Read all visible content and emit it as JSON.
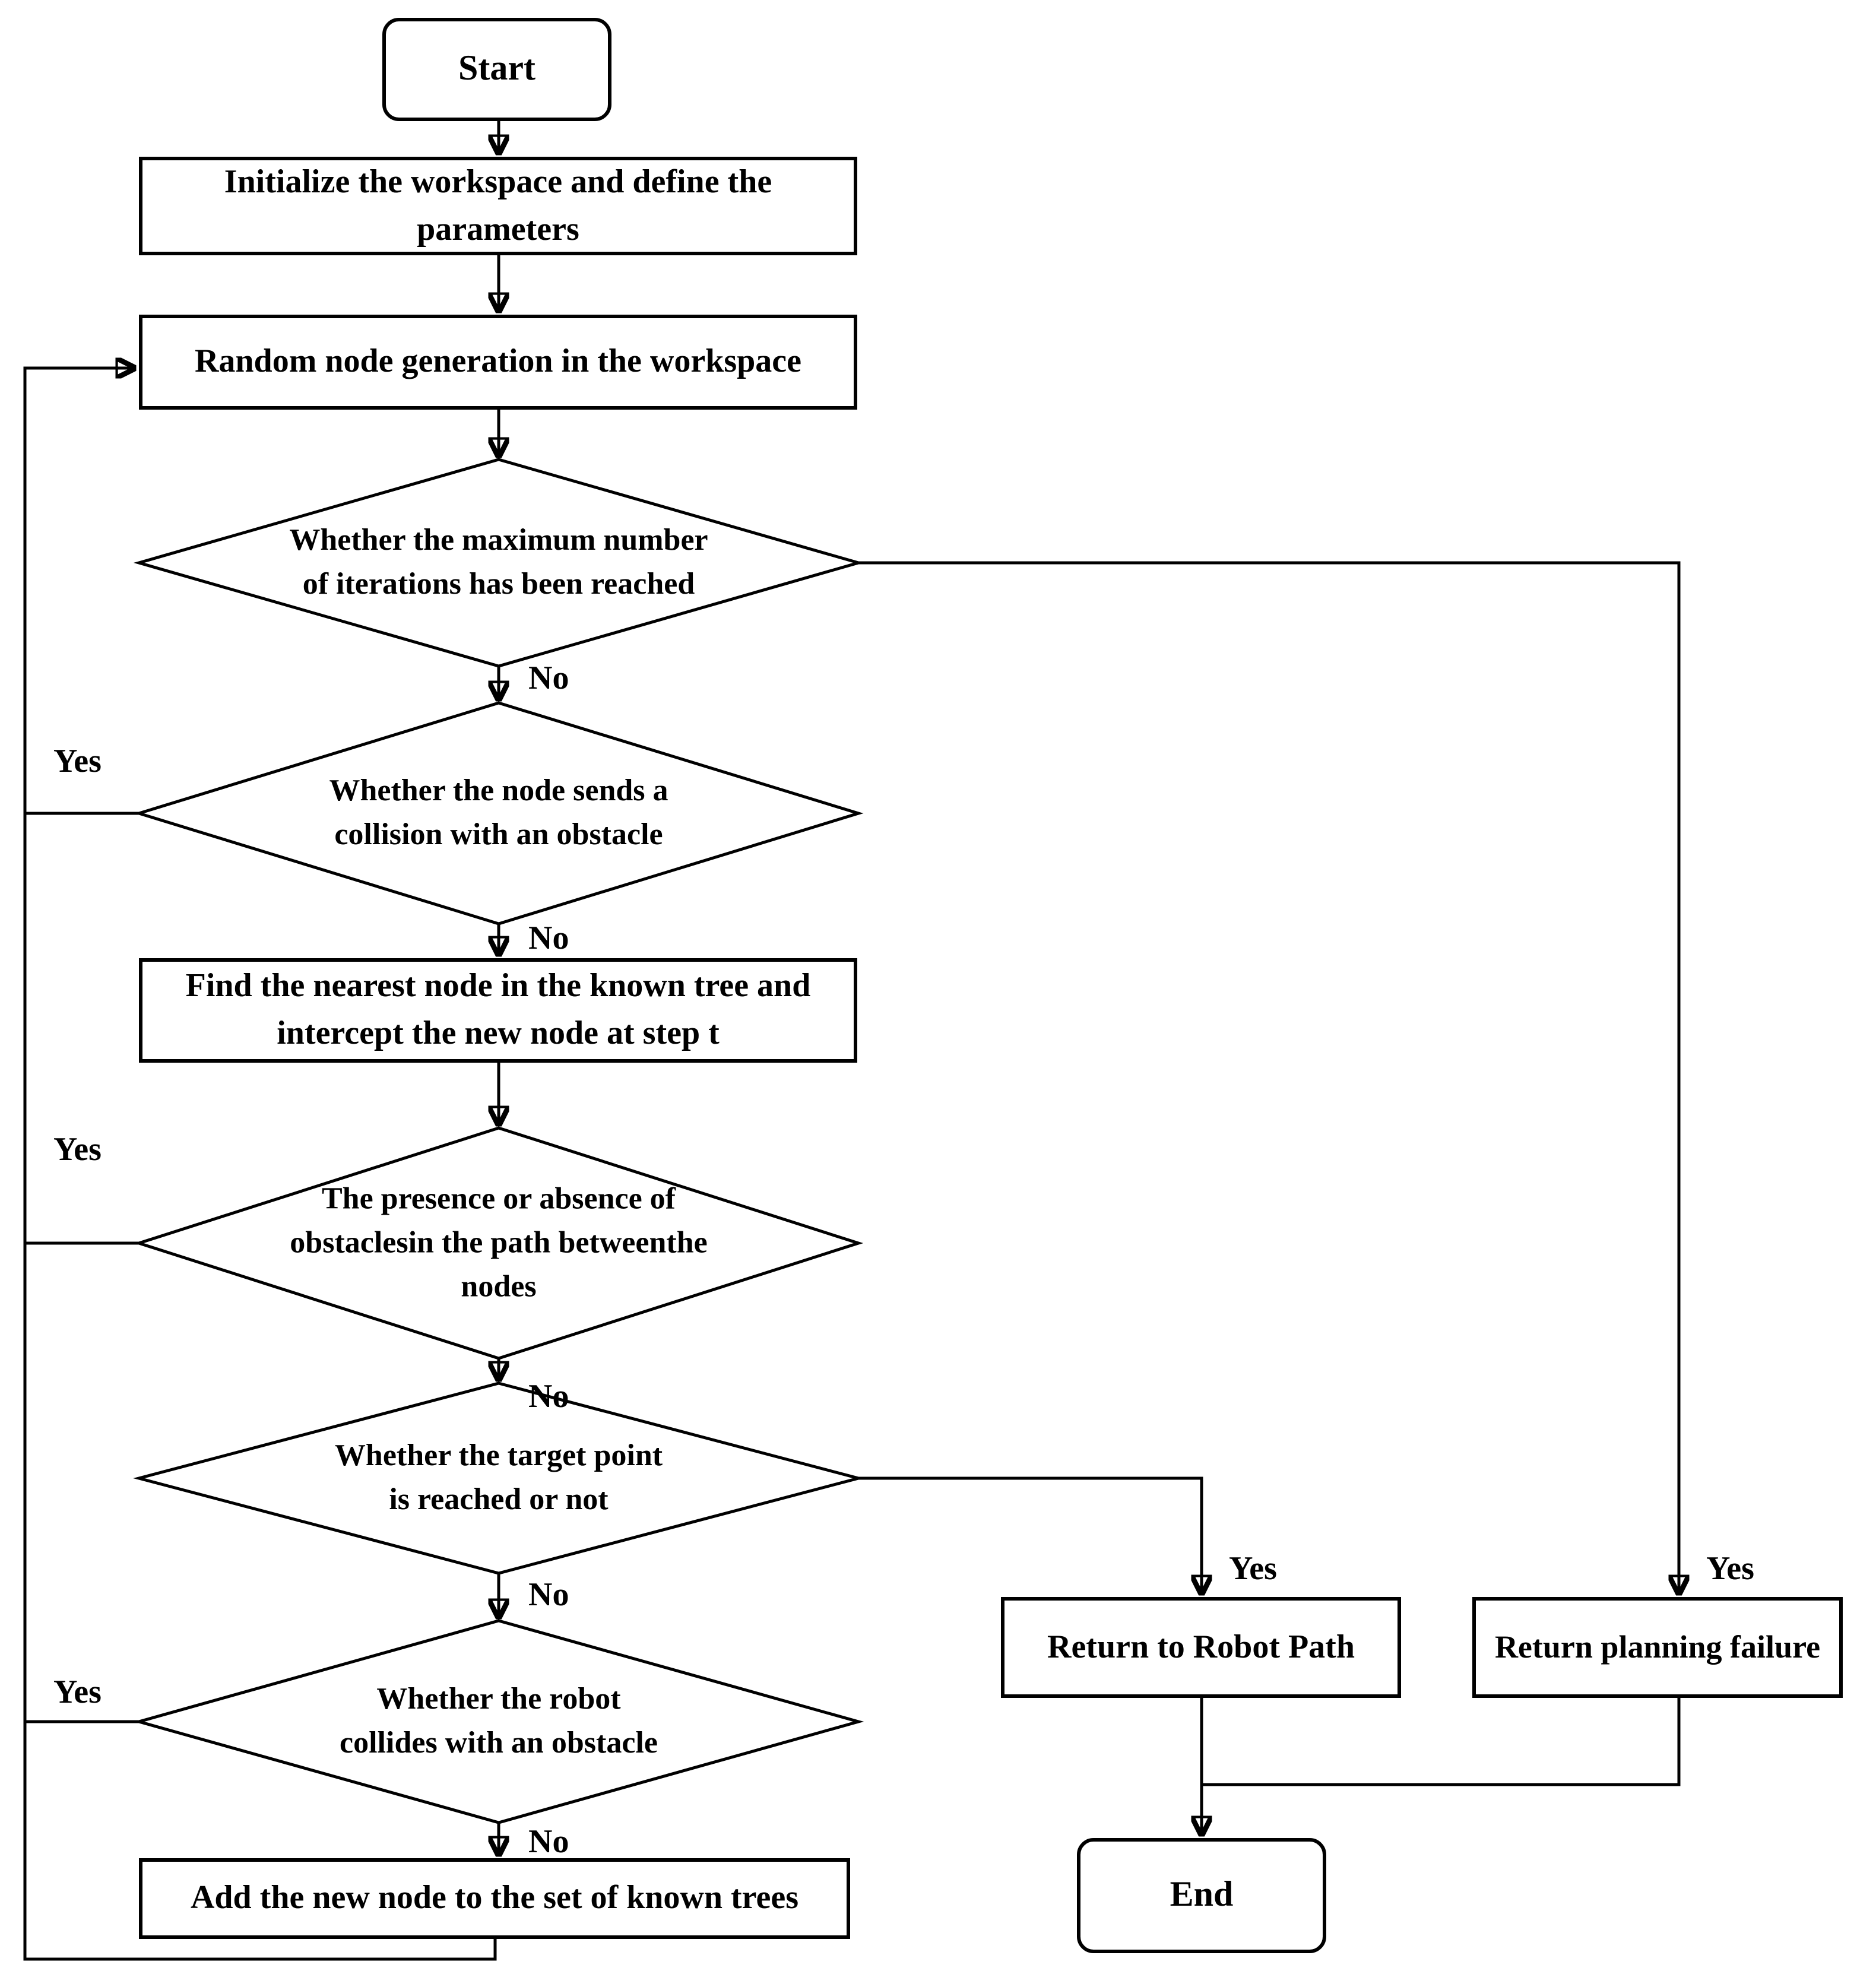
{
  "palette": {
    "ink": "#000000",
    "background": "#ffffff"
  },
  "nodes": {
    "start": {
      "type": "terminator",
      "lines": [
        "Start"
      ]
    },
    "initialize": {
      "type": "process",
      "lines": [
        "Initialize the workspace and define the",
        "parameters"
      ]
    },
    "random_node": {
      "type": "process",
      "lines": [
        "Random node generation in the workspace"
      ]
    },
    "max_iterations": {
      "type": "decision",
      "lines": [
        "Whether the maximum number",
        "of iterations has been reached"
      ]
    },
    "node_collision": {
      "type": "decision",
      "lines": [
        "Whether the node sends a",
        "collision with an obstacle"
      ]
    },
    "find_nearest": {
      "type": "process",
      "lines": [
        "Find the nearest node in the known tree and",
        "intercept the new node at step t"
      ]
    },
    "path_obstacle": {
      "type": "decision",
      "lines": [
        "The presence or absence of",
        "obstaclesin the path betweenthe",
        "nodes"
      ]
    },
    "target_reached": {
      "type": "decision",
      "lines": [
        "Whether the target point",
        "is reached or not"
      ]
    },
    "robot_collision": {
      "type": "decision",
      "lines": [
        "Whether the robot",
        "collides with an obstacle"
      ]
    },
    "add_node": {
      "type": "process",
      "lines": [
        "Add the new node to the set of known trees"
      ]
    },
    "return_path": {
      "type": "process",
      "lines": [
        "Return to Robot Path"
      ]
    },
    "return_failure": {
      "type": "process",
      "lines": [
        "Return planning failure"
      ]
    },
    "end": {
      "type": "terminator",
      "lines": [
        "End"
      ]
    }
  },
  "edge_labels": {
    "max_iterations_no": "No",
    "max_iterations_yes": "Yes",
    "node_collision_yes": "Yes",
    "node_collision_no": "No",
    "path_obstacle_yes": "Yes",
    "path_obstacle_no": "No",
    "target_reached_no": "No",
    "target_reached_yes": "Yes",
    "robot_collision_yes": "Yes",
    "robot_collision_no": "No"
  }
}
